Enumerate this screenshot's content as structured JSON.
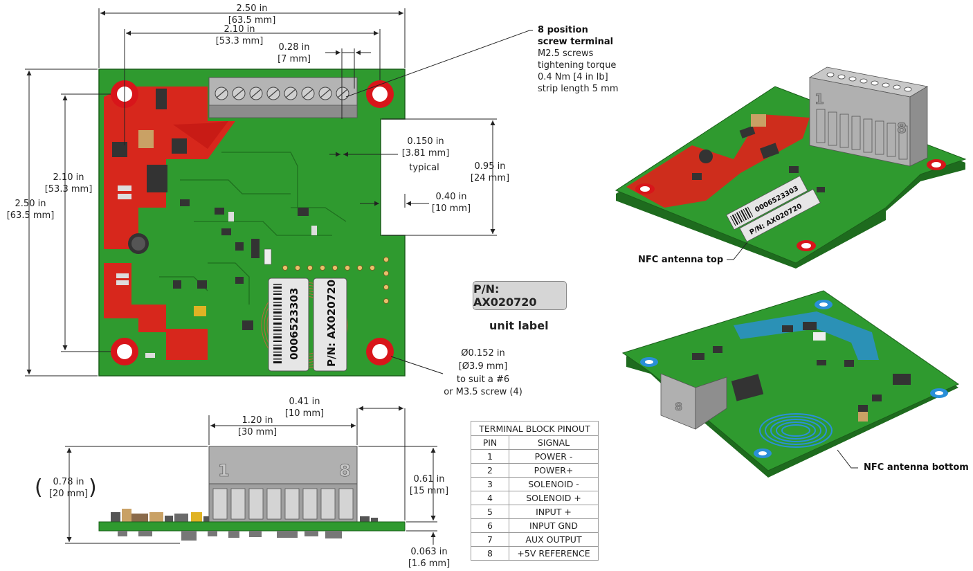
{
  "top_view": {
    "dim_width_overall": [
      "2.50 in",
      "[63.5 mm]"
    ],
    "dim_hole_spacing_x": [
      "2.10 in",
      "[53.3 mm]"
    ],
    "dim_terminal_pitch": [
      "0.28 in",
      "[7 mm]"
    ],
    "dim_height_overall": [
      "2.50 in",
      "[63.5 mm]"
    ],
    "dim_hole_spacing_y": [
      "2.10 in",
      "[53.3 mm]"
    ],
    "dim_slot_gap": [
      "0.150 in",
      "[3.81 mm]",
      "typical"
    ],
    "dim_notch_height": [
      "0.95 in",
      "[24 mm]"
    ],
    "dim_notch_depth": [
      "0.40 in",
      "[10 mm]"
    ],
    "dim_hole_diameter": [
      "Ø0.152 in",
      "[Ø3.9 mm]",
      "to suit a #6",
      "or M3.5 screw (4)"
    ],
    "serial_label": "0006523303",
    "pn_label": "P/N: AX020720"
  },
  "terminal_note": {
    "title_line1": "8 position",
    "title_line2": "screw terminal",
    "lines": [
      "M2.5 screws",
      "tightening torque",
      "0.4 Nm [4 in lb]",
      "strip length 5 mm"
    ]
  },
  "unit_label": {
    "pn": "P/N: AX020720",
    "caption": "unit label"
  },
  "side_view": {
    "dim_block_width": [
      "1.20 in",
      "[30 mm]"
    ],
    "dim_edge_offset": [
      "0.41 in",
      "[10 mm]"
    ],
    "dim_total_height": [
      "0.78 in",
      "[20 mm]"
    ],
    "dim_block_height": [
      "0.61 in",
      "[15 mm]"
    ],
    "dim_pcb_thickness": [
      "0.063 in",
      "[1.6 mm]"
    ],
    "block_pin_first": "1",
    "block_pin_last": "8"
  },
  "iso_views": {
    "top_caption": "NFC antenna top",
    "bottom_caption": "NFC antenna bottom",
    "top_serial": "0006523303",
    "top_pn": "P/N: AX020720",
    "block_pin_first": "1",
    "block_pin_last": "8"
  },
  "pinout_table": {
    "title": "TERMINAL BLOCK PINOUT",
    "headers": [
      "PIN",
      "SIGNAL"
    ],
    "rows": [
      {
        "pin": "1",
        "signal": "POWER -"
      },
      {
        "pin": "2",
        "signal": "POWER+"
      },
      {
        "pin": "3",
        "signal": "SOLENOID -"
      },
      {
        "pin": "4",
        "signal": "SOLENOID +"
      },
      {
        "pin": "5",
        "signal": "INPUT +"
      },
      {
        "pin": "6",
        "signal": "INPUT GND"
      },
      {
        "pin": "7",
        "signal": "AUX OUTPUT"
      },
      {
        "pin": "8",
        "signal": "+5V REFERENCE"
      }
    ]
  },
  "colors": {
    "pcb_green": "#2f9a2f",
    "copper_red": "#e0211b",
    "hole_red": "#d8151a",
    "nfc_blue": "#2a8fd8",
    "terminal_grey": "#a9a9a9"
  }
}
